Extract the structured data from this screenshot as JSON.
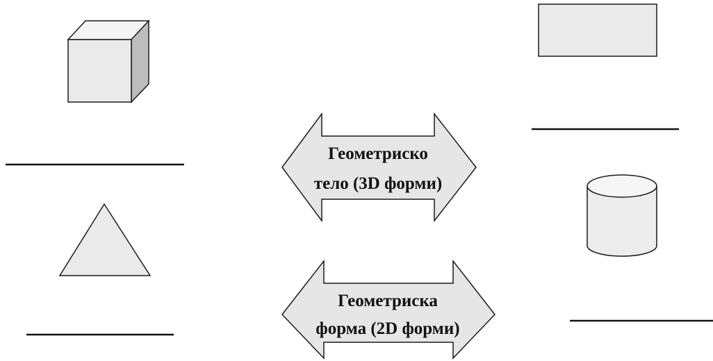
{
  "worksheet": {
    "arrow_3d": {
      "line1": "Геометриско",
      "line2": "тело (3D форми)"
    },
    "arrow_2d": {
      "line1": "Геометриска",
      "line2": "форма (2D форми)"
    }
  },
  "colors": {
    "shape_fill": "#eaeaea",
    "shape_stroke": "#1a1a1a",
    "cube_side": "#bdbdbd",
    "cube_top": "#f4f4f4",
    "answer_line": "#111111"
  },
  "icons": [
    "cube-icon",
    "triangle-icon",
    "rectangle-icon",
    "cylinder-icon",
    "double-arrow-icon"
  ]
}
